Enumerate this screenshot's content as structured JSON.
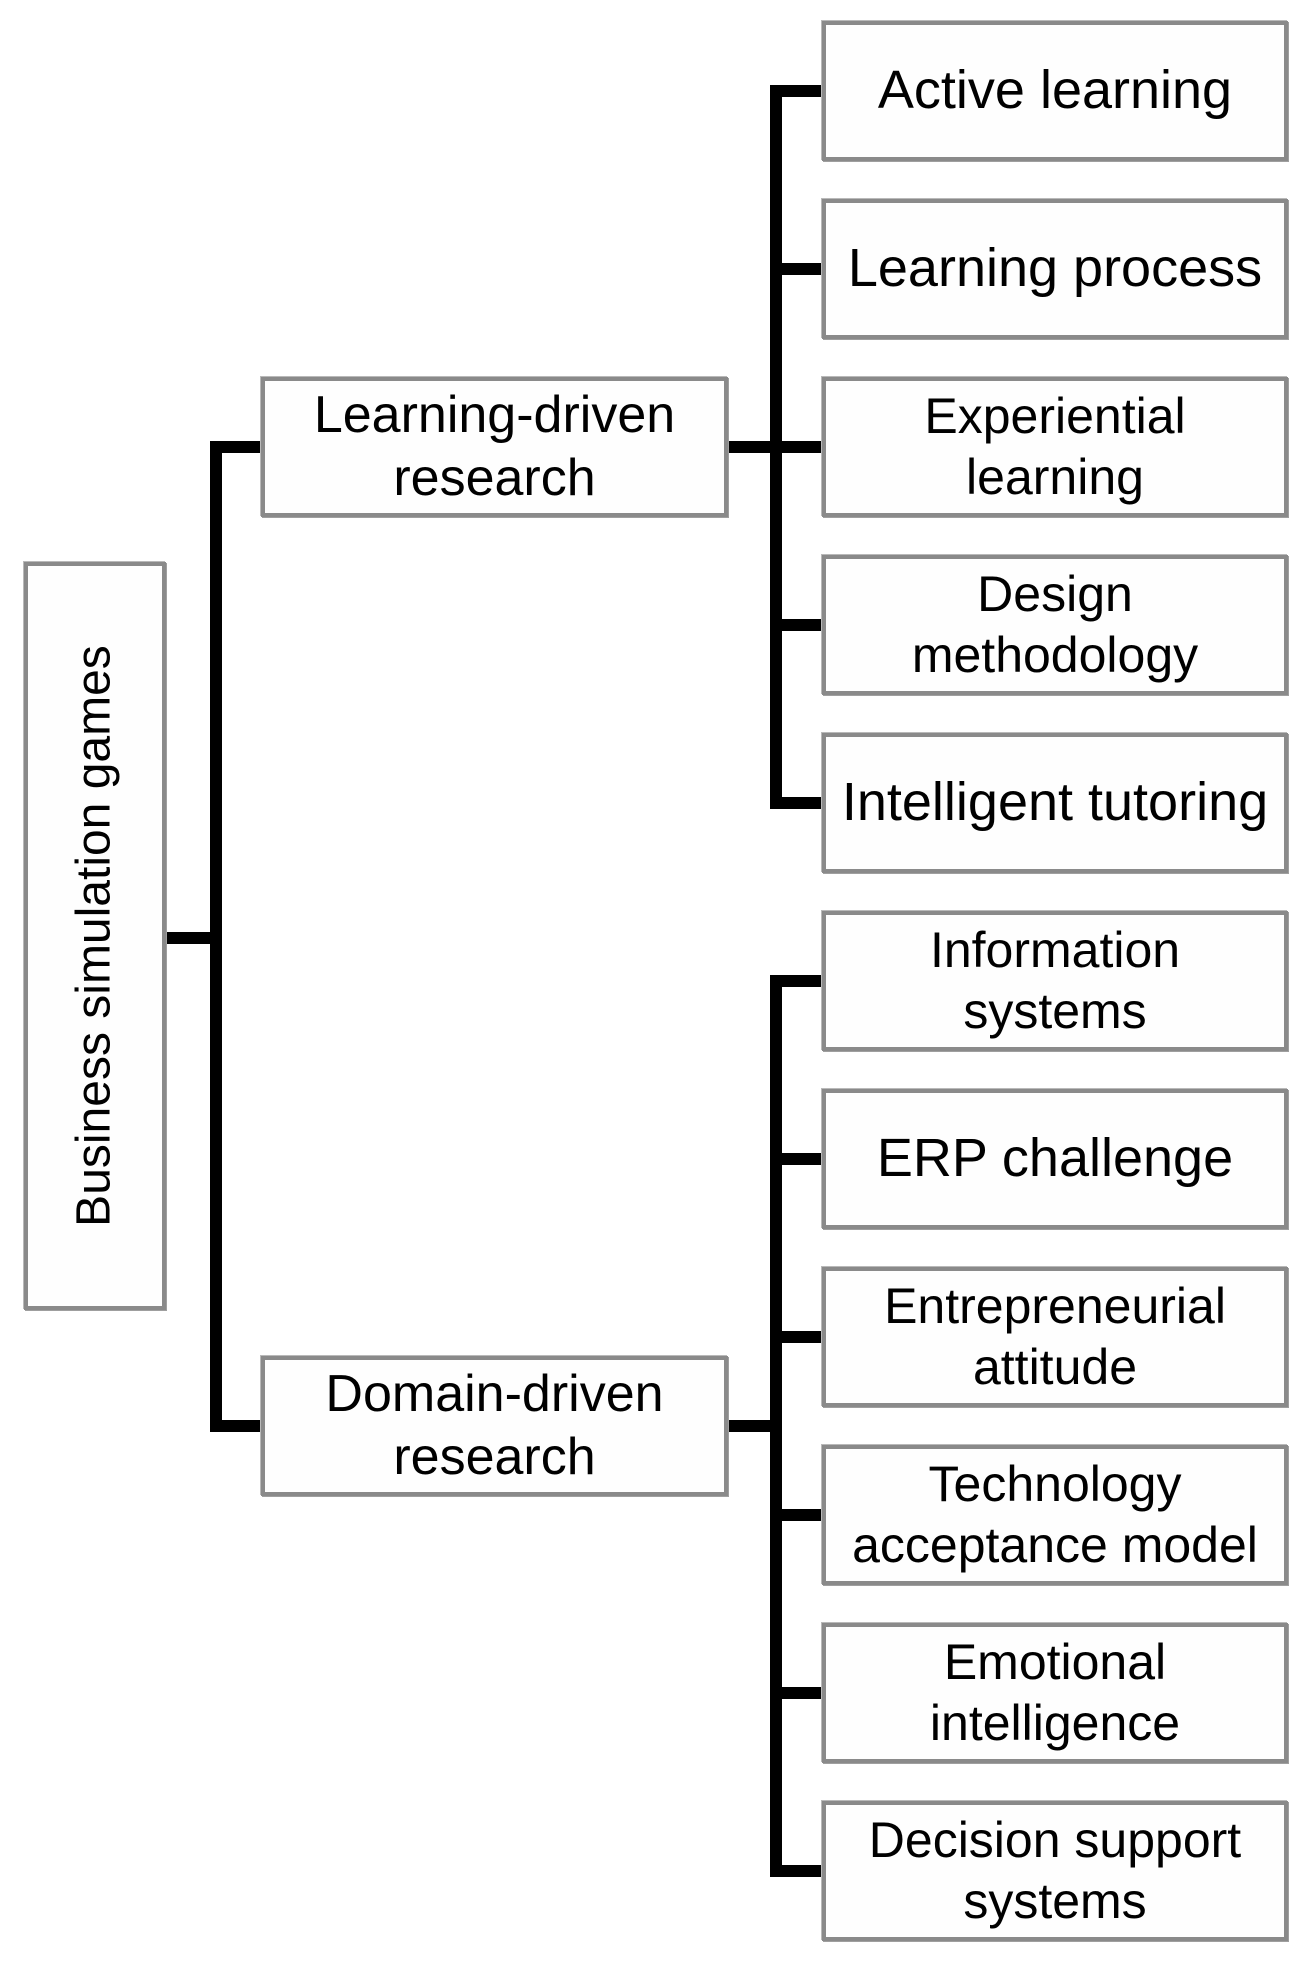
{
  "diagram": {
    "title_hint": "Business simulation games research taxonomy tree",
    "colors": {
      "connector": "#000000",
      "box_border": "#8a8a8a",
      "box_fill": "#fefefe",
      "text": "#000000"
    },
    "root": {
      "label": "Business simulation games"
    },
    "branches": [
      {
        "label": "Learning-driven\nresearch",
        "children": [
          {
            "label": "Active learning"
          },
          {
            "label": "Learning process"
          },
          {
            "label": "Experiential\nlearning"
          },
          {
            "label": "Design\nmethodology"
          },
          {
            "label": "Intelligent tutoring"
          }
        ]
      },
      {
        "label": "Domain-driven\nresearch",
        "children": [
          {
            "label": "Information\nsystems"
          },
          {
            "label": "ERP challenge"
          },
          {
            "label": "Entrepreneurial\nattitude"
          },
          {
            "label": "Technology\nacceptance model"
          },
          {
            "label": "Emotional\nintelligence"
          },
          {
            "label": "Decision support\nsystems"
          }
        ]
      }
    ]
  }
}
